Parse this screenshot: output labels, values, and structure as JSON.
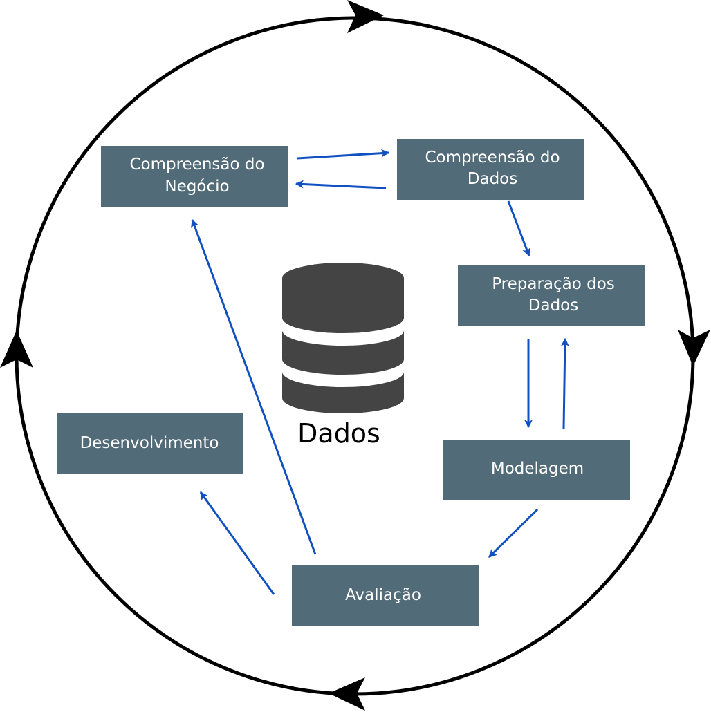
{
  "phases": [
    {
      "id": "business",
      "lines": [
        "Compreensão do",
        "Negócio"
      ]
    },
    {
      "id": "data-understanding",
      "lines": [
        "Compreensão do",
        "Dados"
      ]
    },
    {
      "id": "data-preparation",
      "lines": [
        "Preparação dos",
        "Dados"
      ]
    },
    {
      "id": "modeling",
      "lines": [
        "Modelagem"
      ]
    },
    {
      "id": "evaluation",
      "lines": [
        "Avaliação"
      ]
    },
    {
      "id": "deployment",
      "lines": [
        "Desenvolvimento"
      ]
    }
  ],
  "center": {
    "label": "Dados",
    "icon": "database-icon"
  },
  "colors": {
    "box": "#526b78",
    "arrow": "#1150c0",
    "cycle": "#000000",
    "database": "#444444"
  }
}
